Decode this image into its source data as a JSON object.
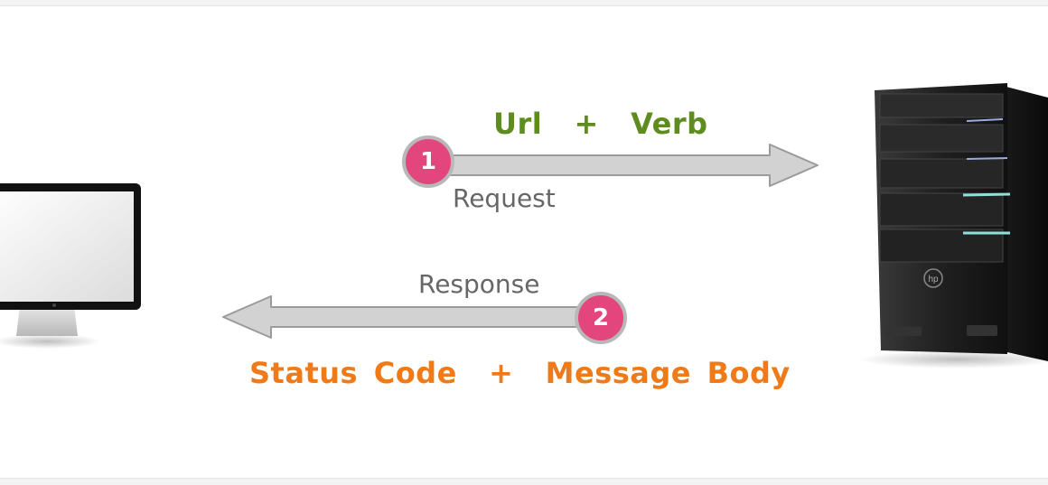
{
  "request": {
    "step": "1",
    "title": "Url  +  Verb",
    "label": "Request"
  },
  "response": {
    "step": "2",
    "title": "Status Code  +  Message Body",
    "label": "Response"
  },
  "colors": {
    "request_title": "#5e8c1f",
    "response_title": "#f07a17",
    "step_badge": "#e3457d",
    "arrow_fill": "#d2d2d2",
    "arrow_stroke": "#9b9b9b"
  },
  "icons": {
    "client": "desktop-monitor-icon",
    "server": "tower-server-icon"
  }
}
